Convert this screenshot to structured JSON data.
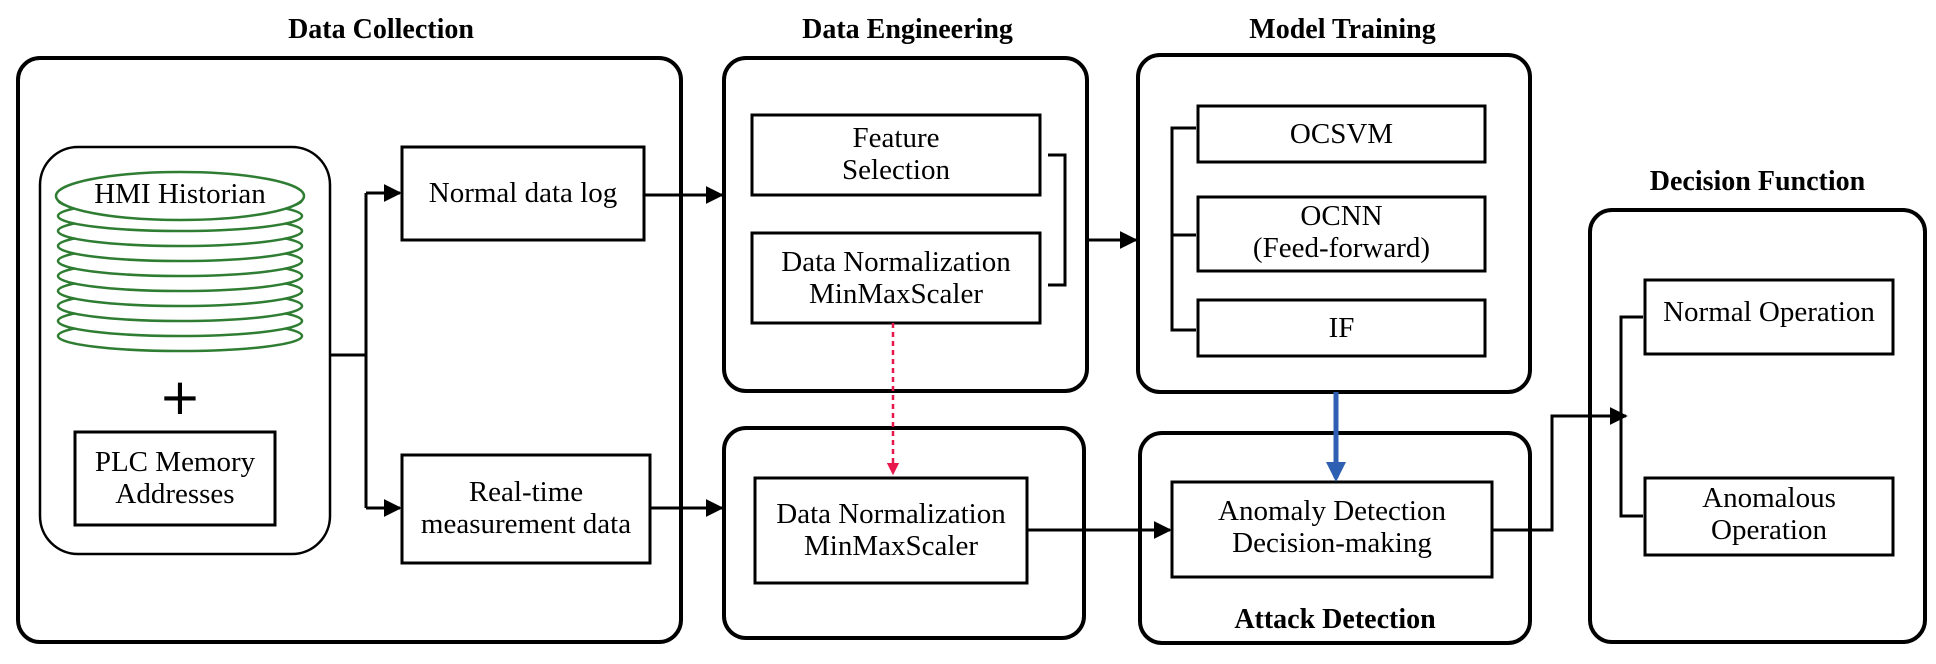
{
  "colors": {
    "stroke": "#000000",
    "database": "#2e7d32",
    "dashed_arrow": "#e8174c",
    "model_arrow": "#2f5fb3",
    "background": "#ffffff"
  },
  "sections": {
    "data_collection": "Data Collection",
    "data_engineering": "Data Engineering",
    "model_training": "Model Training",
    "decision_function": "Decision Function",
    "attack_detection": "Attack Detection"
  },
  "data_collection": {
    "hmi_historian": "HMI Historian",
    "plus": "+",
    "plc_memory": "PLC Memory\nAddresses",
    "normal_log": "Normal data log",
    "realtime": "Real-time\nmeasurement data"
  },
  "data_engineering": {
    "feature_selection": "Feature\nSelection",
    "normalization_train": "Data Normalization\nMinMaxScaler",
    "normalization_live": "Data Normalization\nMinMaxScaler"
  },
  "model_training": {
    "models": [
      "OCSVM",
      "OCNN\n(Feed-forward)",
      "IF"
    ]
  },
  "attack_detection": {
    "anomaly": "Anomaly Detection\nDecision-making"
  },
  "decision_function": {
    "normal": "Normal Operation",
    "anomalous": "Anomalous\nOperation"
  }
}
